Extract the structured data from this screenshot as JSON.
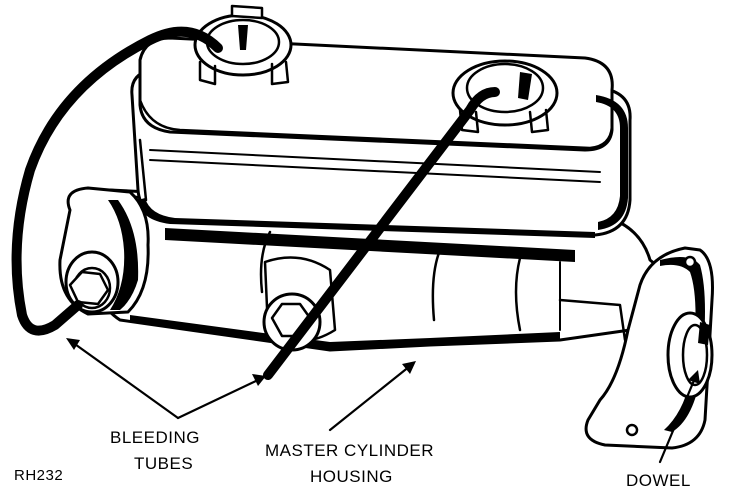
{
  "labels": {
    "bleeding_tubes_line1": "BLEEDING",
    "bleeding_tubes_line2": "TUBES",
    "housing_line1": "MASTER CYLINDER",
    "housing_line2": "HOUSING",
    "dowel": "DOWEL",
    "figure_code": "RH232"
  }
}
